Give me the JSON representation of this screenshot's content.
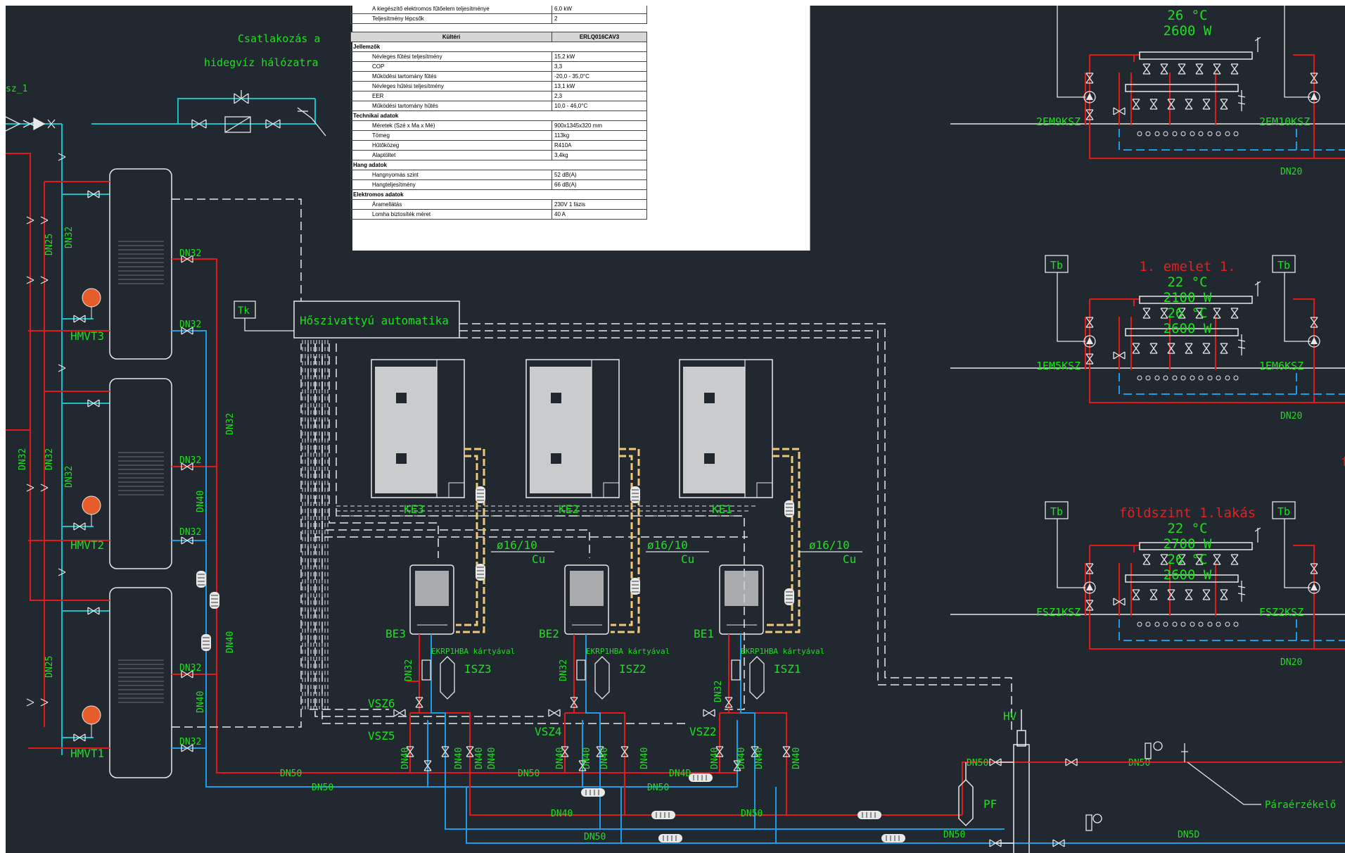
{
  "colors": {
    "background": "#212830",
    "supply_pipe": "#e11a1a",
    "return_pipe": "#1e9ce6",
    "cold_water_pipe": "#13c2c8",
    "label": "#1ee01e",
    "room_title": "#e62020",
    "refrigerant": "#f0c878",
    "lines": "#e8e8e8"
  },
  "spec_table": {
    "top_rows": [
      {
        "label": "A kiegészítő elektromos fűtőelem teljesítménye",
        "value": "6,0 kW"
      },
      {
        "label": "Teljesítmény lépcsők",
        "value": "2"
      }
    ],
    "header": {
      "label": "Kültéri",
      "value": "ERLQ016CAV3"
    },
    "sections": [
      {
        "title": "Jellemzők",
        "rows": [
          {
            "label": "Névleges fűtési teljesítmény",
            "value": "15,2 kW"
          },
          {
            "label": "COP",
            "value": "3,3"
          },
          {
            "label": "Működési tartomány fűtés",
            "value": "-20,0 - 35,0°C"
          },
          {
            "label": "Névleges hűtési teljesítmény",
            "value": "13,1 kW"
          },
          {
            "label": "EER",
            "value": "2,3"
          },
          {
            "label": "Működési tartomány hűtés",
            "value": "10,0 - 46,0°C"
          }
        ]
      },
      {
        "title": "Technikai adatok",
        "rows": [
          {
            "label": "Méretek (Szé x Ma x Mé)",
            "value": "900x1345x320 mm"
          },
          {
            "label": "Tömeg",
            "value": "113kg"
          },
          {
            "label": "Hűtőközeg",
            "value": "R410A"
          },
          {
            "label": "Alaptöltet",
            "value": "3,4kg"
          }
        ]
      },
      {
        "title": "Hang adatok",
        "rows": [
          {
            "label": "Hangnyomás szint",
            "value": "52 dB(A)"
          },
          {
            "label": "Hangteljesítmény",
            "value": "66 dB(A)"
          }
        ]
      },
      {
        "title": "Elektromos adatok",
        "rows": [
          {
            "label": "Áramellátás",
            "value": "230V 1 fázis"
          },
          {
            "label": "Lomha biztosíték méret",
            "value": "40 A"
          }
        ]
      }
    ]
  },
  "labels": {
    "water_connection": [
      "Csatlakozás a",
      "hidegvíz hálózatra"
    ],
    "controller": "Hőszivattyú automatika",
    "tk": "Tk",
    "tb": "Tb",
    "tank_ids": [
      "HMVT3",
      "HMVT2",
      "HMVT1"
    ],
    "outdoor_units": [
      "KE3",
      "KE2",
      "KE1"
    ],
    "indoor_units": [
      "BE3",
      "BE2",
      "BE1"
    ],
    "card_note": "EKRP1HBA kártyával",
    "zone_valves": [
      "ISZ3",
      "ISZ2",
      "ISZ1"
    ],
    "mixing_valves": [
      "VSZ6",
      "VSZ5",
      "VSZ4",
      "VSZ2"
    ],
    "refrigerant_pipe": {
      "size": "ø16/10",
      "material": "Cu"
    },
    "hv": "HV",
    "pf": "PF",
    "humidity_sensor": "Páraérzékelő",
    "partial_cut_label": "sz_1",
    "dn": {
      "dn20": "DN20",
      "dn25": "DN25",
      "dn32": "DN32",
      "dn40": "DN40",
      "dn50": "DN50",
      "dn50_alt": "DN5D",
      "dn40_alt": "DN4D"
    }
  },
  "rooms": [
    {
      "title": "",
      "heat_temp": "26 °C",
      "heat_power": "2600 W",
      "manifolds": [
        "2EM9KSZ",
        "2EM10KSZ"
      ]
    },
    {
      "title": "1. emelet 1.",
      "cool_temp": "22 °C",
      "cool_power": "2100 W",
      "heat_temp": "26 °C",
      "heat_power": "2600 W",
      "manifolds": [
        "1EM5KSZ",
        "1EM6KSZ"
      ]
    },
    {
      "title": "földszint 1.lakás",
      "cool_temp": "22 °C",
      "cool_power": "2700 W",
      "heat_temp": "26 °C",
      "heat_power": "2600 W",
      "manifolds": [
        "FSZ1KSZ",
        "FSZ2KSZ"
      ]
    }
  ]
}
